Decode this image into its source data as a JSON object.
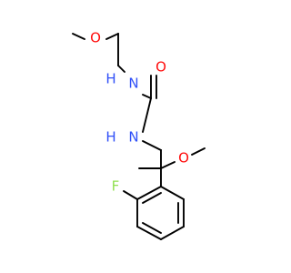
{
  "molecule": {
    "colors": {
      "carbon": "#000000",
      "oxygen": "#ff0d0d",
      "nitrogen": "#3050f8",
      "fluorine": "#90e050",
      "background": "#ffffff"
    },
    "atoms": {
      "o_methoxy_top": "O",
      "nh_upper": "H",
      "n_upper": "N",
      "o_carbonyl": "O",
      "nh_lower": "H",
      "n_lower": "N",
      "o_methoxy_right": "O",
      "f_ring": "F"
    }
  }
}
